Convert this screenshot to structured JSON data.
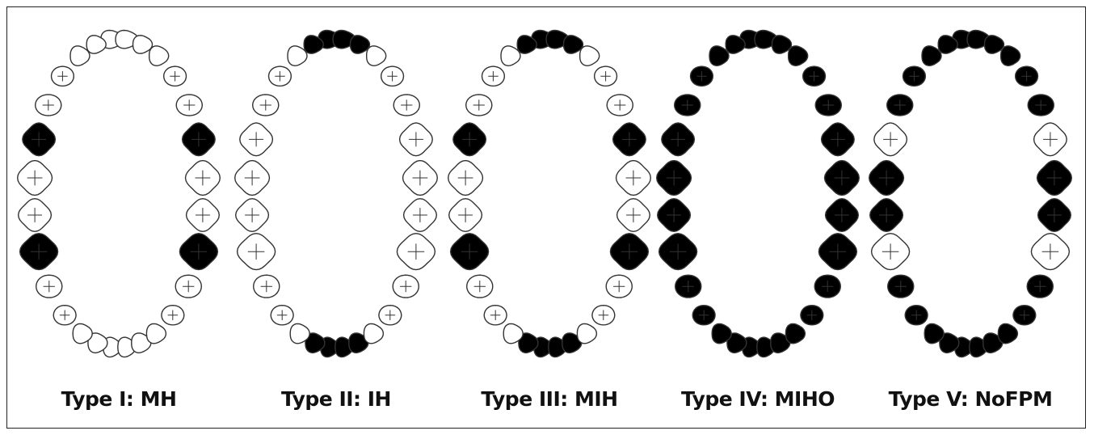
{
  "colors": {
    "affected": "#000000",
    "unaffected": "#ffffff",
    "outline": "#333333"
  },
  "tooth_sequence": [
    "central-incisor",
    "lateral-incisor",
    "canine",
    "first-premolar",
    "second-premolar",
    "first-molar",
    "second-molar"
  ],
  "chart_data": {
    "type": "diagram",
    "panels": [
      {
        "label": "Type I: MH",
        "affected": {
          "upper": [
            "first-molar"
          ],
          "lower": [
            "first-molar"
          ]
        }
      },
      {
        "label": "Type II: IH",
        "affected": {
          "upper": [
            "central-incisor",
            "lateral-incisor"
          ],
          "lower": [
            "central-incisor",
            "lateral-incisor"
          ]
        }
      },
      {
        "label": "Type III: MIH",
        "affected": {
          "upper": [
            "central-incisor",
            "lateral-incisor",
            "first-molar"
          ],
          "lower": [
            "central-incisor",
            "lateral-incisor",
            "first-molar"
          ]
        }
      },
      {
        "label": "Type IV: MIHO",
        "affected": {
          "upper": [
            "central-incisor",
            "lateral-incisor",
            "canine",
            "first-premolar",
            "second-premolar",
            "first-molar",
            "second-molar"
          ],
          "lower": [
            "central-incisor",
            "lateral-incisor",
            "canine",
            "first-premolar",
            "second-premolar",
            "first-molar",
            "second-molar"
          ]
        }
      },
      {
        "label": "Type V: NoFPM",
        "affected": {
          "upper": [
            "central-incisor",
            "lateral-incisor",
            "canine",
            "first-premolar",
            "second-premolar",
            "second-molar"
          ],
          "lower": [
            "central-incisor",
            "lateral-incisor",
            "canine",
            "first-premolar",
            "second-premolar",
            "second-molar"
          ]
        }
      }
    ]
  }
}
